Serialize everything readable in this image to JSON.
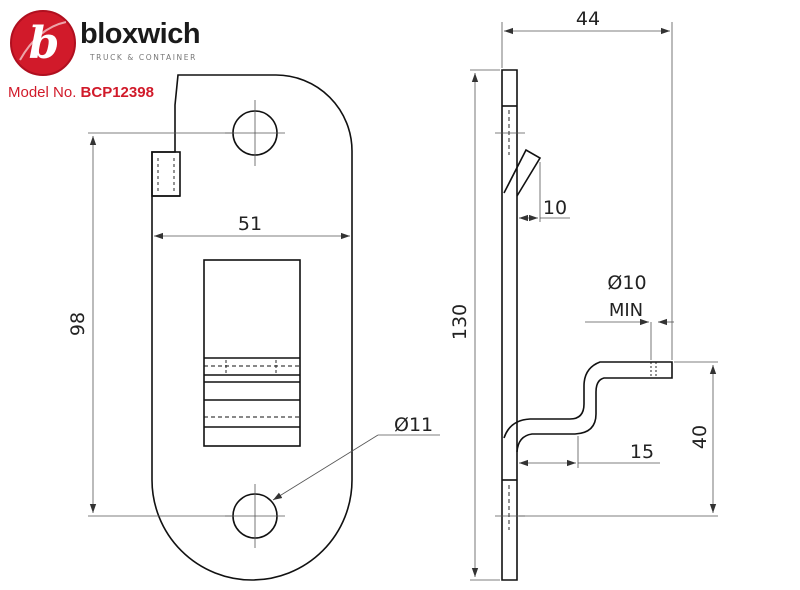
{
  "brand": {
    "logo_letter": "b",
    "name": "bloxwich",
    "tagline": "TRUCK & CONTAINER",
    "colors": {
      "logo_red": "#d11a2a",
      "text_dark": "#1a1a1a",
      "tagline_grey": "#777777"
    }
  },
  "model": {
    "label": "Model No.",
    "number": "BCP12398"
  },
  "dimensions": {
    "total_depth": "44",
    "hook_offset": "10",
    "rod_diameter": "Ø10",
    "rod_diameter_note": "MIN",
    "total_height": "130",
    "hole_spacing": "98",
    "plate_width": "51",
    "hole_diameter": "Ø11",
    "loop_offset": "15",
    "loop_height": "40"
  }
}
